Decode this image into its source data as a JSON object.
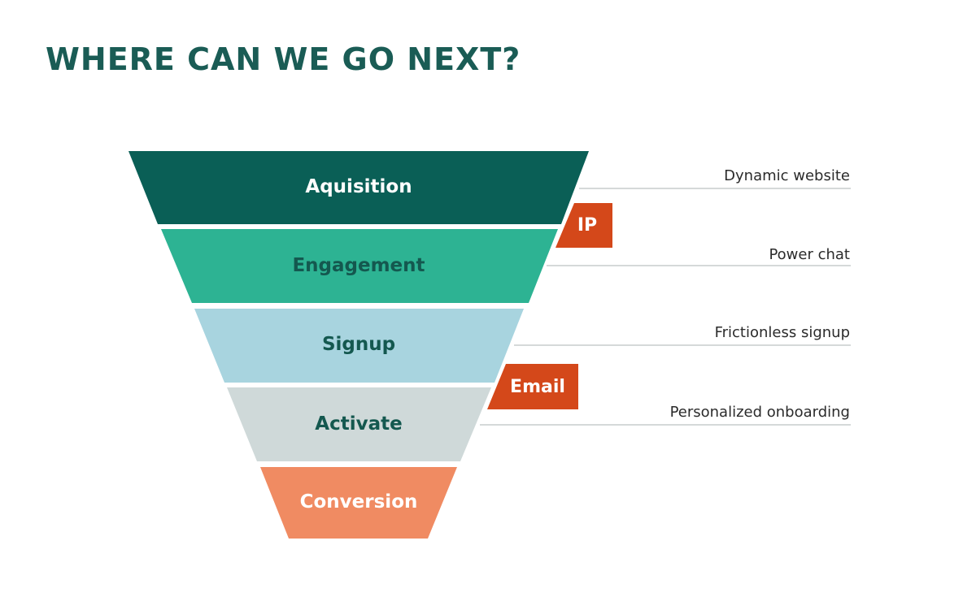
{
  "title": "WHERE CAN WE GO NEXT?",
  "colors": {
    "title": "#1a5c55",
    "acquisition": "#0a5f56",
    "engagement": "#2db393",
    "signup": "#a8d4df",
    "activate": "#cfd9d9",
    "conversion": "#f08b62",
    "badge": "#d4481a",
    "dark_text": "#14584f",
    "light_text": "#ffffff",
    "note_line": "#d5d9d9"
  },
  "funnel": {
    "stages": [
      {
        "label": "Aquisition",
        "color": "#0a5f56",
        "text_color": "#ffffff"
      },
      {
        "label": "Engagement",
        "color": "#2db393",
        "text_color": "#14584f"
      },
      {
        "label": "Signup",
        "color": "#a8d4df",
        "text_color": "#14584f"
      },
      {
        "label": "Activate",
        "color": "#cfd9d9",
        "text_color": "#14584f"
      },
      {
        "label": "Conversion",
        "color": "#f08b62",
        "text_color": "#ffffff"
      }
    ]
  },
  "badges": [
    {
      "label": "IP",
      "between": [
        "Aquisition",
        "Engagement"
      ]
    },
    {
      "label": "Email",
      "between": [
        "Signup",
        "Activate"
      ]
    }
  ],
  "notes": [
    {
      "label": "Dynamic website"
    },
    {
      "label": "Power chat"
    },
    {
      "label": "Frictionless signup"
    },
    {
      "label": "Personalized onboarding"
    }
  ]
}
